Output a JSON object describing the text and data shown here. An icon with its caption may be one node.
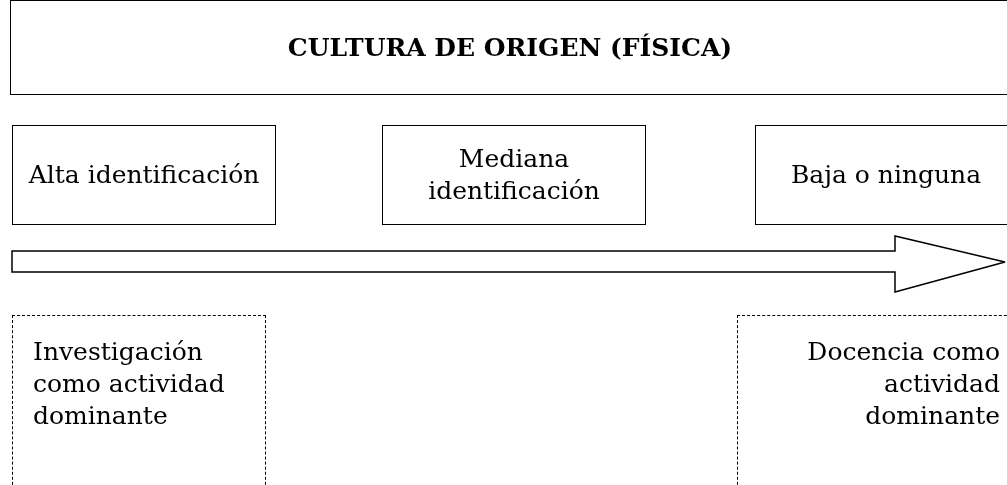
{
  "diagram": {
    "nodes": [
      {
        "text": [
          "CULTURA DE ORIGEN (FÍSICA)"
        ]
      },
      {
        "text": [
          "Alta identificación"
        ]
      },
      {
        "text": [
          "Mediana identificación"
        ]
      },
      {
        "text": [
          "Baja o ninguna"
        ]
      },
      {
        "text": [
          "Investigación como actividad dominante"
        ]
      },
      {
        "text": [
          "Docencia como actividad dominante"
        ]
      }
    ],
    "edges": []
  }
}
